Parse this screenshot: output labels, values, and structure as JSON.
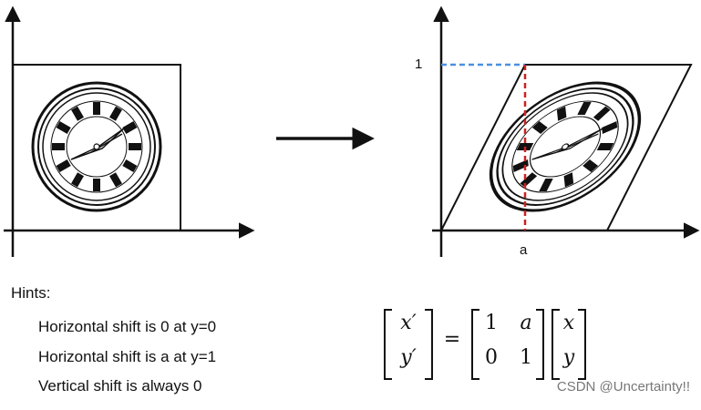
{
  "left_figure": {
    "description_icon": "clock-face-icon"
  },
  "right_figure": {
    "tick_y_label": "1",
    "tick_x_label": "a"
  },
  "hints": {
    "title": "Hints:",
    "items": [
      "Horizontal shift is 0 at y=0",
      "Horizontal shift is a at y=1",
      "Vertical shift is always 0"
    ]
  },
  "equation": {
    "lhs": [
      "x′",
      "y′"
    ],
    "equals": "=",
    "matrix": [
      [
        "1",
        "a"
      ],
      [
        "0",
        "1"
      ]
    ],
    "rhs": [
      "x",
      "y"
    ]
  },
  "watermark": "CSDN @Uncertainty!!",
  "colors": {
    "guide_blue": "#4a90e2",
    "guide_red": "#cc2222",
    "axis": "#111111"
  }
}
